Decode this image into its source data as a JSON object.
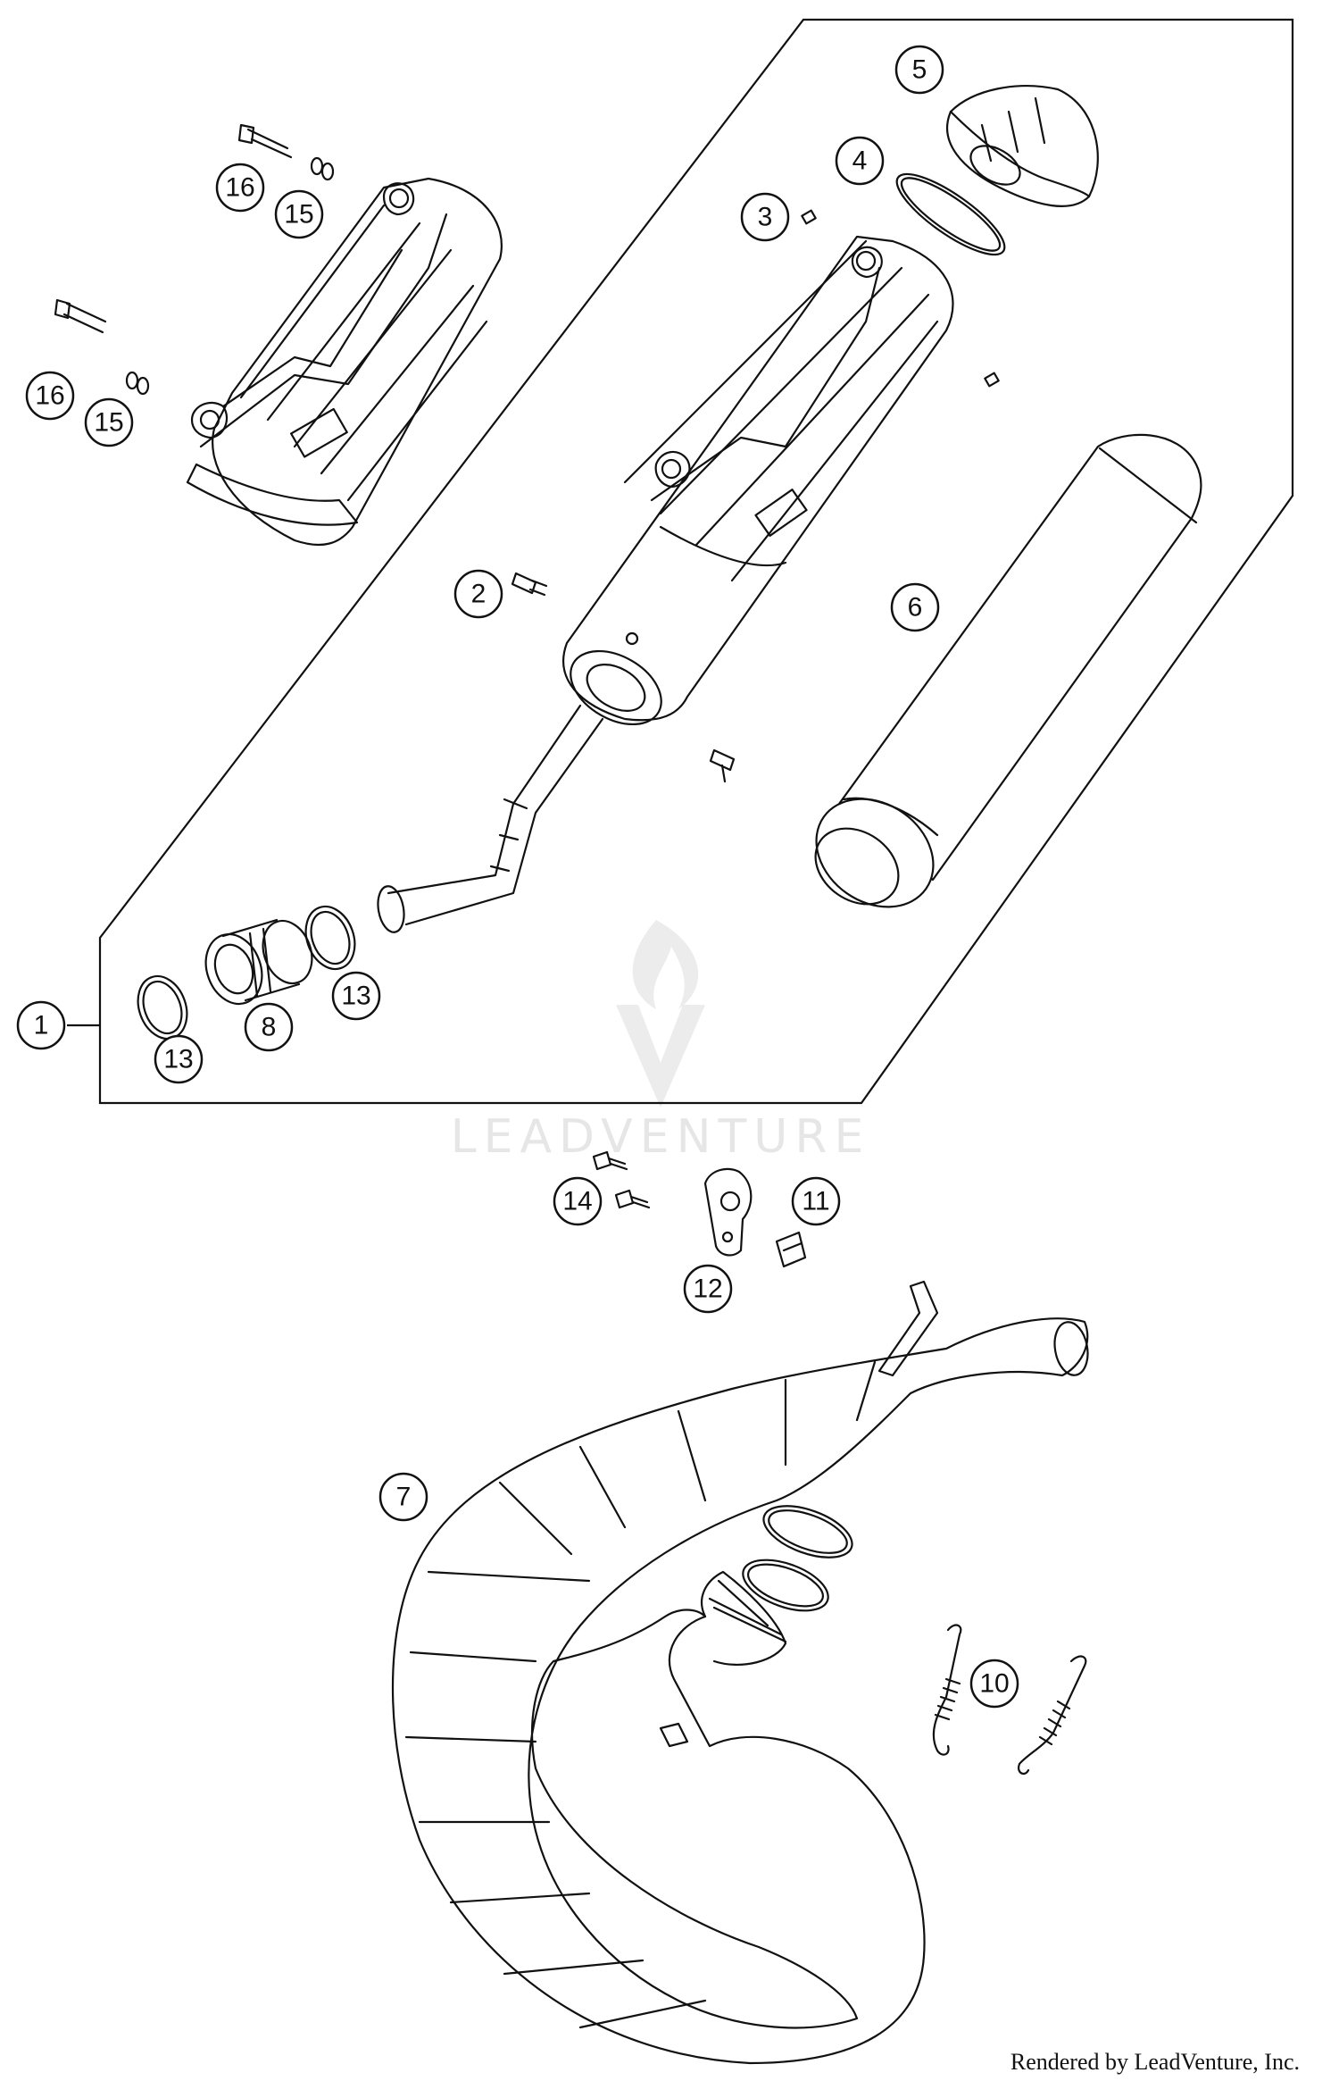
{
  "watermark": {
    "brand": "LEADVENTURE"
  },
  "credit": "Rendered by LeadVenture, Inc.",
  "callouts": {
    "c1": "1",
    "c2": "2",
    "c3": "3",
    "c4": "4",
    "c5": "5",
    "c6": "6",
    "c7": "7",
    "c8": "8",
    "c10": "10",
    "c11": "11",
    "c12": "12",
    "c13a": "13",
    "c13b": "13",
    "c14": "14",
    "c15a": "15",
    "c15b": "15",
    "c16a": "16",
    "c16b": "16"
  }
}
